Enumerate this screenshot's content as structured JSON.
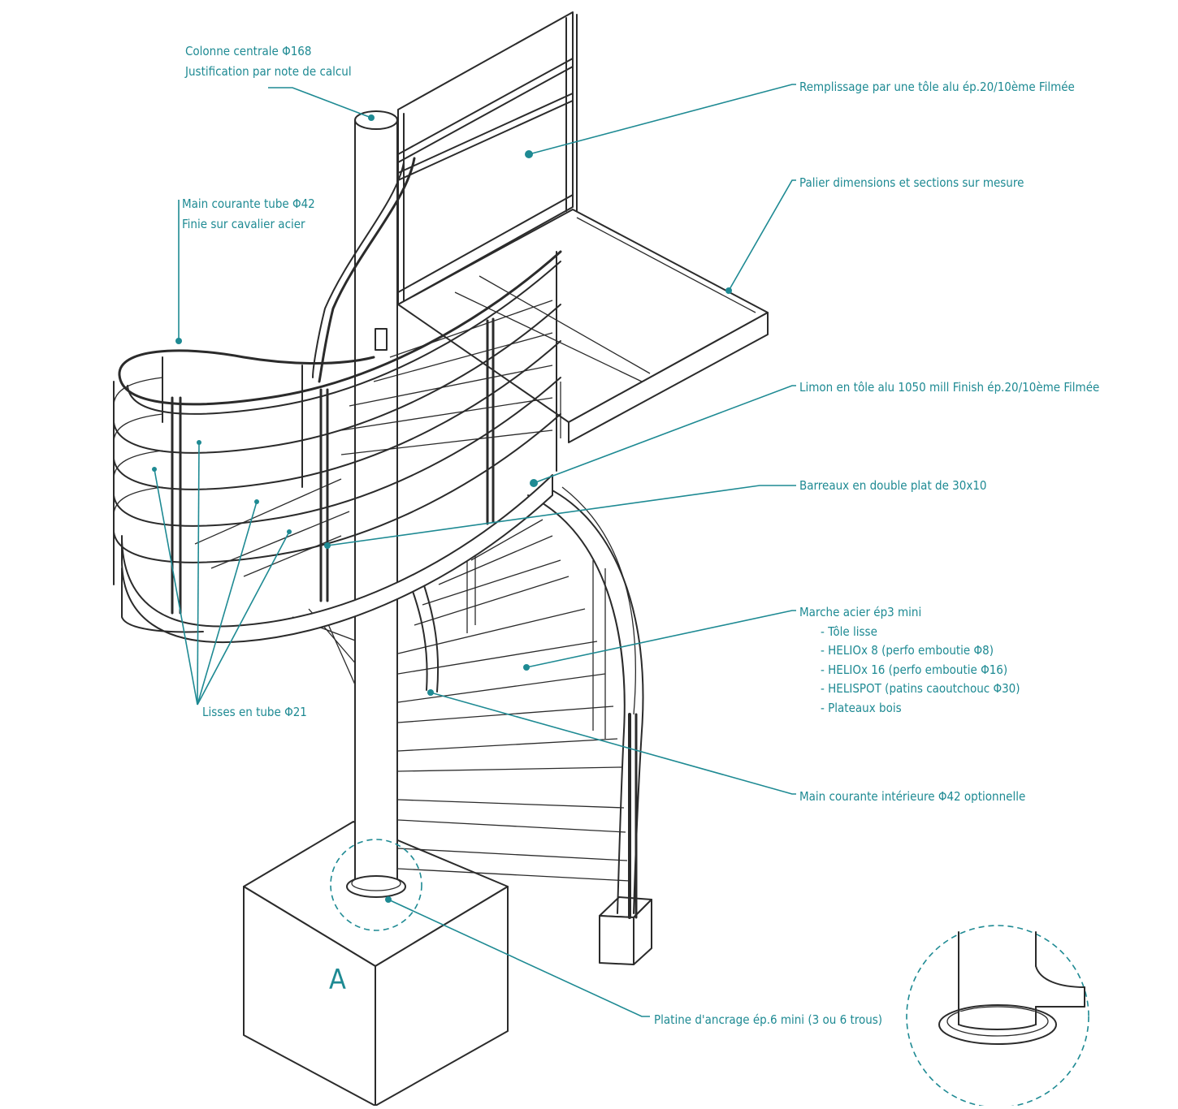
{
  "colors": {
    "annotation": "#1e8a93",
    "drawing": "#2b2b2b",
    "background": "#ffffff"
  },
  "labels": {
    "colonne": [
      "Colonne centrale Φ168",
      "Justification par note de calcul"
    ],
    "remplissage": "Remplissage par une tôle alu ép.20/10ème Filmée",
    "palier": "Palier dimensions et sections sur mesure",
    "main_courante_ext": [
      "Main courante tube Φ42",
      "Finie sur cavalier acier"
    ],
    "limon": "Limon en tôle alu 1050 mill Finish ép.20/10ème Filmée",
    "barreaux": "Barreaux en double plat de 30x10",
    "marche": [
      "Marche acier ép3 mini",
      "- Tôle lisse",
      "- HELIOx 8 (perfo emboutie Φ8)",
      "- HELIOx 16 (perfo emboutie Φ16)",
      "- HELISPOT (patins caoutchouc Φ30)",
      "- Plateaux bois"
    ],
    "lisses": "Lisses en tube Φ21",
    "main_courante_int": "Main courante intérieure Φ42 optionnelle",
    "platine": "Platine d'ancrage ép.6 mini (3 ou 6 trous)",
    "block_letter": "A"
  }
}
